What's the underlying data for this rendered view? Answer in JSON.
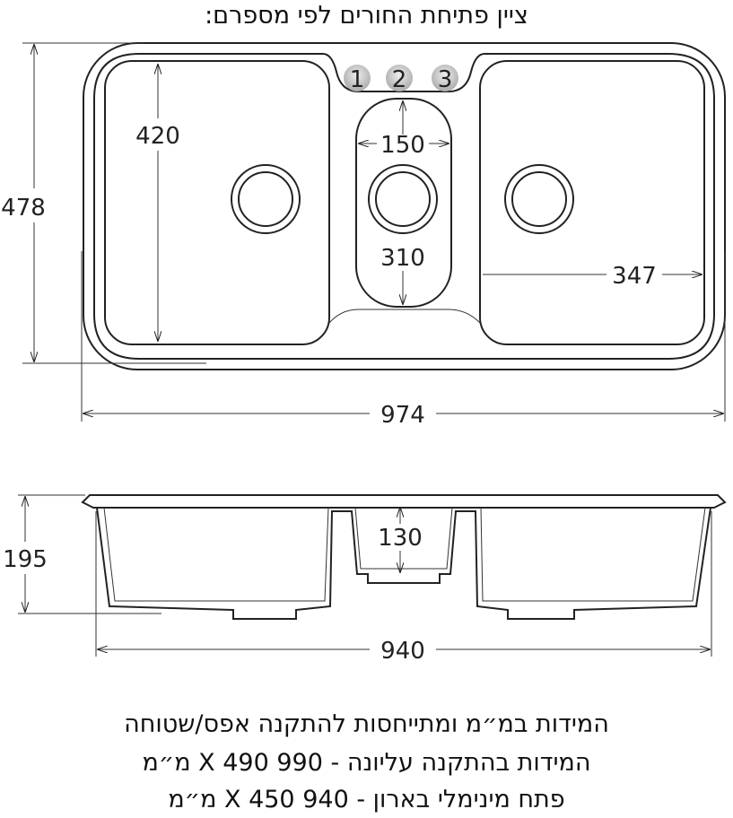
{
  "title": "ציין פתיחת החורים לפי מספרם:",
  "tap_holes": [
    "1",
    "2",
    "3"
  ],
  "top_view": {
    "height_total": "478",
    "bowl_depth": "420",
    "middle_width": "150",
    "middle_length": "310",
    "right_bowl_width": "347",
    "total_width": "974"
  },
  "side_view": {
    "depth": "195",
    "middle_depth": "130",
    "width": "940"
  },
  "notes": [
    "המידות במ״מ ומתייחסות להתקנה אפס/שטוחה",
    "המידות בהתקנה עליונה - 990 X 490 מ״מ",
    "פתח מינימלי  בארון - 940 X 450 מ״מ"
  ]
}
